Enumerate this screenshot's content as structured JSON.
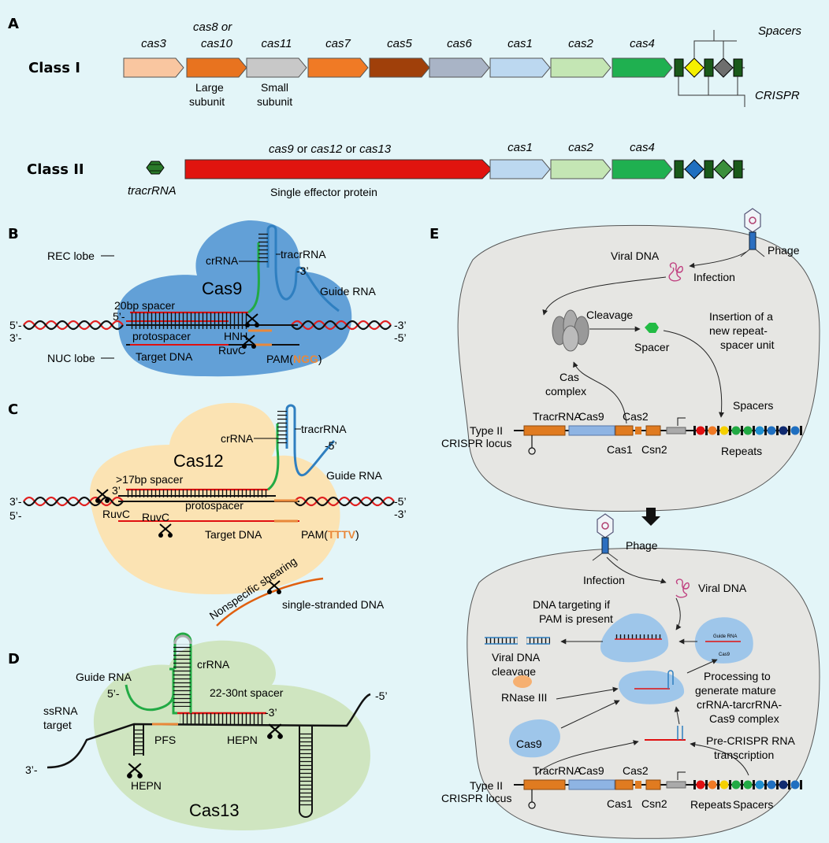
{
  "panels": {
    "a": "A",
    "b": "B",
    "c": "C",
    "d": "D",
    "e": "E"
  },
  "panel_a": {
    "class1_label": "Class I",
    "class2_label": "Class II",
    "class1_genes": [
      {
        "name": "cas3",
        "color": "#f9c6a0"
      },
      {
        "name": "cas10",
        "color": "#e8731f"
      },
      {
        "name": "cas11",
        "color": "#c8c8c8"
      },
      {
        "name": "cas7",
        "color": "#f07a25"
      },
      {
        "name": "cas5",
        "color": "#a0400a"
      },
      {
        "name": "cas6",
        "color": "#a9b4c6"
      },
      {
        "name": "cas1",
        "color": "#bcd8f0"
      },
      {
        "name": "cas2",
        "color": "#c4e6b4"
      },
      {
        "name": "cas4",
        "color": "#1fb050"
      }
    ],
    "cas8_or": "cas8 or",
    "large_subunit": [
      "Large",
      "subunit"
    ],
    "small_subunit": [
      "Small",
      "subunit"
    ],
    "spacers_label": "Spacers",
    "crispr_label": "CRISPR",
    "class2_effector": {
      "part1": "cas9",
      "or1": " or ",
      "part2": "cas12",
      "or2": " or ",
      "part3": "cas13"
    },
    "class2_genes": [
      {
        "name": "cas1",
        "color": "#bcd8f0"
      },
      {
        "name": "cas2",
        "color": "#c4e6b4"
      },
      {
        "name": "cas4",
        "color": "#1fb050"
      }
    ],
    "effector_color": "#e0140f",
    "tracrrna_label": "tracrRNA",
    "single_effector": "Single effector protein"
  },
  "panel_b": {
    "rec_lobe": "REC lobe",
    "crrna": "crRNA",
    "tracrrna": "tracrRNA",
    "three_prime": "-3’",
    "cas": "Cas9",
    "guide_rna": "Guide RNA",
    "spacer": "20bp spacer",
    "five_prime": "5’-",
    "left_top": "5’-",
    "left_bottom": "3’-",
    "right_top": "-3’",
    "right_bottom": "-5’",
    "protospacer": "protospacer",
    "hnh": "HNH",
    "nuc_lobe": "NUC lobe",
    "target_dna": "Target DNA",
    "ruvc": "RuvC",
    "pam_prefix": "PAM(",
    "pam_seq": "NGG",
    "pam_suffix": ")"
  },
  "panel_c": {
    "crrna": "crRNA",
    "tracrrna": "tracrRNA",
    "five_prime": "-5’",
    "cas": "Cas12",
    "guide_rna": "Guide RNA",
    "spacer": ">17bp spacer",
    "three_prime": "3’",
    "left_top": "3’-",
    "left_bottom": "5’-",
    "right_top": "-5’",
    "right_bottom": "-3’",
    "ruvc1": "RuvC",
    "ruvc2": "RuvC",
    "protospacer": "protospacer",
    "target_dna": "Target DNA",
    "pam_prefix": "PAM(",
    "pam_seq": "TTTV",
    "pam_suffix": ")",
    "nonspecific": "Nonspecific shearing",
    "ssdna": "single-stranded DNA"
  },
  "panel_d": {
    "guide_rna": "Guide RNA",
    "crrna": "crRNA",
    "five_prime": "5’-",
    "spacer": "22-30nt spacer",
    "three_prime": "-3’",
    "ssrna1": "ssRNA",
    "ssrna2": "target",
    "left_end": "3’-",
    "right_end": "-5’",
    "pfs": "PFS",
    "hepn1": "HEPN",
    "hepn2": "HEPN",
    "cas": "Cas13"
  },
  "panel_e": {
    "top": {
      "viral_dna": "Viral DNA",
      "phage": "Phage",
      "infection": "Infection",
      "cleavage": "Cleavage",
      "spacer": "Spacer",
      "insertion": [
        "Insertion of a",
        "new repeat-",
        "spacer unit"
      ],
      "cas_complex": [
        "Cas",
        "complex"
      ],
      "locus": [
        "Type II",
        "CRISPR locus"
      ],
      "tracrrna": "TracrRNA",
      "cas9": "Cas9",
      "cas2": "Cas2",
      "cas1": "Cas1",
      "csn2": "Csn2",
      "spacers": "Spacers",
      "repeats": "Repeats"
    },
    "bottom": {
      "phage": "Phage",
      "infection": "Infection",
      "viral_dna": "Viral DNA",
      "targeting": [
        "DNA targeting if",
        "PAM is present"
      ],
      "cleavage": [
        "Viral DNA",
        "cleavage"
      ],
      "rnase": "RNase III",
      "cas9_protein": "Cas9",
      "processing": [
        "Processing to",
        "generate mature",
        "crRNA-tarcrRNA-",
        "Cas9 complex"
      ],
      "pre_crispr": [
        "Pre-CRISPR RNA",
        "transcription"
      ],
      "locus": [
        "Type II",
        "CRISPR locus"
      ],
      "tracrrna": "TracrRNA",
      "cas9": "Cas9",
      "cas2": "Cas2",
      "cas1": "Cas1",
      "csn2": "Csn2",
      "repeats": "Repeats",
      "spacers": "Spacers",
      "tiny_guide": "Guide RNA",
      "tiny_cas9": "Cas9"
    }
  },
  "colors": {
    "cas9_blue": "#5b9bd5",
    "cas12_tan": "#fbe3b3",
    "cas13_green": "#cfe5c0",
    "cell": "#e6e6e3",
    "crrna_green": "#22aa44",
    "tracr_blue": "#2f7fc0",
    "spacer_red": "#e01010",
    "pam_orange": "#e9883a"
  }
}
